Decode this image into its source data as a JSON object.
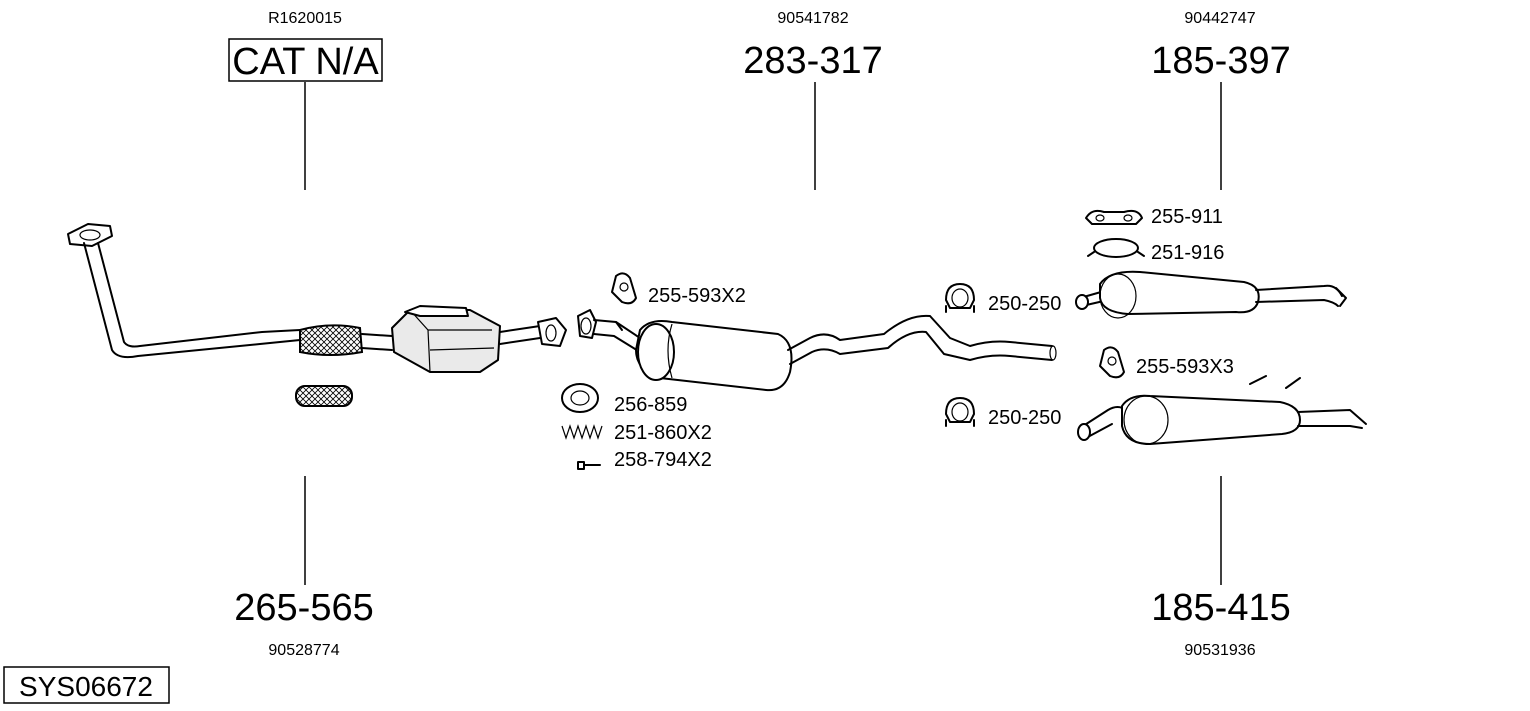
{
  "diagram": {
    "system_code": "SYS06672",
    "assemblies": [
      {
        "id": "cat",
        "ref": "R1620015",
        "part": "CAT N/A",
        "boxed": true
      },
      {
        "id": "front-pipe",
        "ref": "90528774",
        "part": "265-565",
        "boxed": false
      },
      {
        "id": "middle-silencer",
        "ref": "90541782",
        "part": "283-317",
        "boxed": false
      },
      {
        "id": "rear-silencer-a",
        "ref": "90442747",
        "part": "185-397",
        "boxed": false
      },
      {
        "id": "rear-silencer-b",
        "ref": "90531936",
        "part": "185-415",
        "boxed": false
      }
    ],
    "accessories": [
      {
        "id": "rubber-mount-mid",
        "label": "255-593X2",
        "icon": "rubber-mount-icon"
      },
      {
        "id": "gasket",
        "label": "256-859",
        "icon": "gasket-ring-icon"
      },
      {
        "id": "spring",
        "label": "251-860X2",
        "icon": "spring-icon"
      },
      {
        "id": "bolt",
        "label": "258-794X2",
        "icon": "bolt-icon"
      },
      {
        "id": "clamp-upper",
        "label": "250-250",
        "icon": "u-clamp-icon"
      },
      {
        "id": "clamp-lower",
        "label": "250-250",
        "icon": "u-clamp-icon"
      },
      {
        "id": "hanger-bracket",
        "label": "255-911",
        "icon": "hanger-bracket-icon"
      },
      {
        "id": "strap-clamp",
        "label": "251-916",
        "icon": "strap-clamp-icon"
      },
      {
        "id": "rubber-mount-rear",
        "label": "255-593X3",
        "icon": "rubber-mount-icon"
      }
    ]
  }
}
